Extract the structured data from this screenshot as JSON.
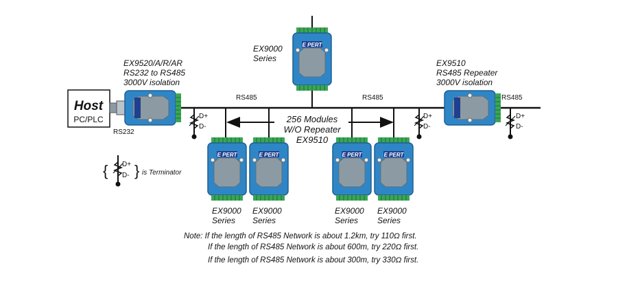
{
  "host": {
    "title": "Host",
    "subtitle": "PC/PLC",
    "port": "RS232"
  },
  "converter": {
    "line1": "EX9520/A/R/AR",
    "line2": "RS232 to RS485",
    "line3": "3000V isolation"
  },
  "repeater": {
    "line1": "EX9510",
    "line2": "RS485 Repeater",
    "line3": "3000V isolation"
  },
  "top_module": {
    "line1": "EX9000",
    "line2": "Series"
  },
  "bus_labels": {
    "left": "RS485",
    "mid": "RS485",
    "right": "RS485"
  },
  "center_note": {
    "line1": "256 Modules",
    "line2": "W/O Repeater",
    "line3": "EX9510"
  },
  "terminator": {
    "d_plus": "D+",
    "d_minus": "D-",
    "legend": "is Terminator"
  },
  "module_badge": "E PERT",
  "bottom_modules": [
    {
      "line1": "EX9000",
      "line2": "Series"
    },
    {
      "line1": "EX9000",
      "line2": "Series"
    },
    {
      "line1": "EX9000",
      "line2": "Series"
    },
    {
      "line1": "EX9000",
      "line2": "Series"
    }
  ],
  "notes": [
    "Note: If the length of RS485 Network is about 1.2km, try 110Ω first.",
    "If the length of RS485 Network is about  600m, try 220Ω first.",
    "If the length of RS485 Network is about  300m, try 330Ω first."
  ],
  "colors": {
    "module_blue": "#2f86c6",
    "module_gray": "#8c9ba3",
    "terminal_green": "#3aa655",
    "badge_blue": "#1f3f8f"
  }
}
